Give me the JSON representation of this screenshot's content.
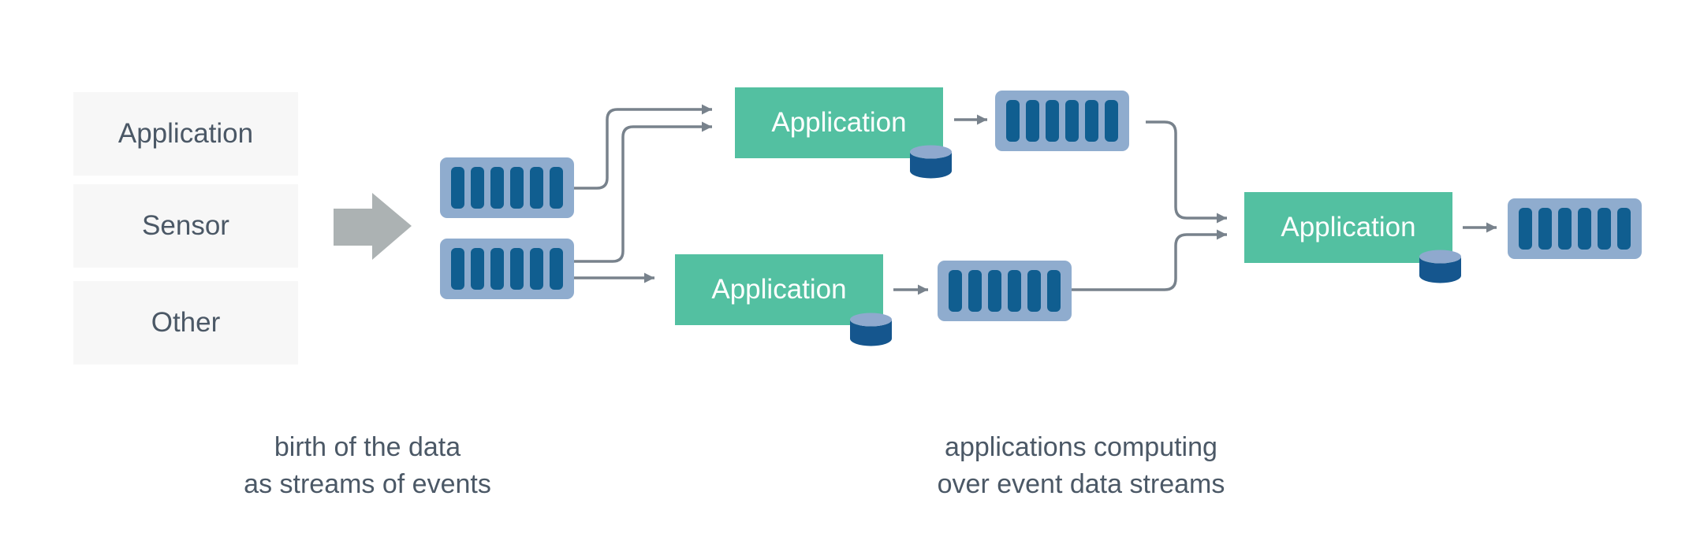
{
  "sources": [
    {
      "label": "Application"
    },
    {
      "label": "Sensor"
    },
    {
      "label": "Other"
    }
  ],
  "big_arrow": {
    "icon": "right-block-arrow-icon"
  },
  "streams": [
    {
      "icon": "event-stream-icon",
      "position": "source-top"
    },
    {
      "icon": "event-stream-icon",
      "position": "source-bottom"
    },
    {
      "icon": "event-stream-icon",
      "position": "after-app-1"
    },
    {
      "icon": "event-stream-icon",
      "position": "after-app-2"
    },
    {
      "icon": "event-stream-icon",
      "position": "final-output"
    }
  ],
  "apps": [
    {
      "label": "Application"
    },
    {
      "label": "Application"
    },
    {
      "label": "Application"
    }
  ],
  "databases": [
    {
      "icon": "database-cylinder-icon"
    },
    {
      "icon": "database-cylinder-icon"
    },
    {
      "icon": "database-cylinder-icon"
    }
  ],
  "captions": {
    "left": {
      "line1": "birth of the data",
      "line2": "as streams of events"
    },
    "right": {
      "line1": "applications computing",
      "line2": "over event data streams"
    }
  },
  "colors": {
    "app_box_green": "#53C0A1",
    "stream_container_blue": "#8FACCE",
    "stream_bar_blue": "#105E90",
    "database_body_blue": "#15568E",
    "database_top_blue": "#8FA9CE",
    "connector_gray": "#78828C",
    "block_arrow_gray": "#ACB2B3",
    "source_box_bg": "#F7F7F7",
    "text_slate": "#4B5866"
  }
}
